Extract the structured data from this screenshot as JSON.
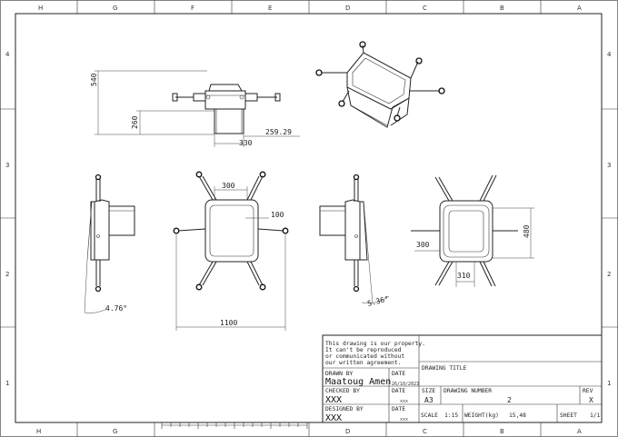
{
  "zones": {
    "columns": [
      "H",
      "G",
      "F",
      "E",
      "D",
      "C",
      "B",
      "A"
    ],
    "rows": [
      "4",
      "3",
      "2",
      "1"
    ]
  },
  "dimensions": {
    "top_540": "540",
    "top_260": "260",
    "top_330": "330",
    "top_259": "259.29",
    "front_300": "300",
    "front_100": "100",
    "front_1100": "1100",
    "side_476": "4.76°",
    "side_536": "5.36°",
    "back_300": "300",
    "back_310": "310",
    "back_480": "480"
  },
  "title_block": {
    "note_lines": [
      "This drawing is our property.",
      "It can't be reproduced",
      "or communicated without",
      "our written agreement."
    ],
    "drawing_title_label": "DRAWING TITLE",
    "drawn_by_label": "DRAWN BY",
    "drawn_by_value": "Maatoug Amen",
    "date_label_1": "DATE",
    "date_value_1": "26/10/2023",
    "checked_by_label": "CHECKED BY",
    "checked_by_value": "XXX",
    "date_label_2": "DATE",
    "date_value_2": "xxx",
    "designed_by_label": "DESIGNED BY",
    "designed_by_value": "XXX",
    "date_label_3": "DATE",
    "date_value_3": "xxx",
    "size_label": "SIZE",
    "size_value": "A3",
    "drawing_number_label": "DRAWING NUMBER",
    "drawing_number_value": "2",
    "rev_label": "REV",
    "rev_value": "X",
    "scale_label": "SCALE",
    "scale_value": "1:15",
    "weight_label": "WEIGHT(kg)",
    "weight_value": "15,48",
    "sheet_label": "SHEET",
    "sheet_value": "1/1"
  }
}
